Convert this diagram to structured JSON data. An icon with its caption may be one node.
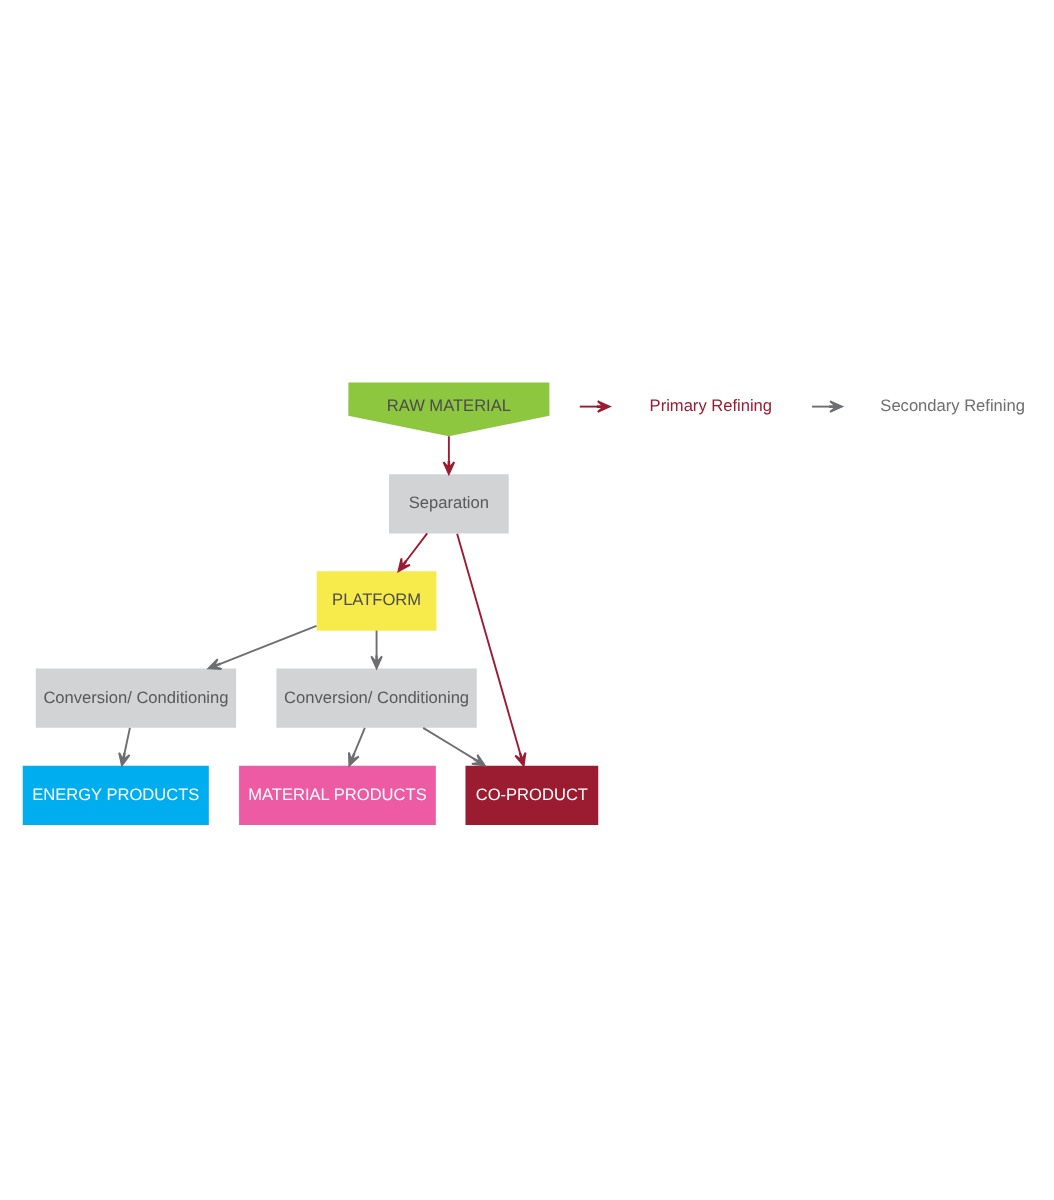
{
  "diagram": {
    "nodes": [
      {
        "text": [
          "RAW MATERIAL"
        ]
      },
      {
        "text": [
          "Separation"
        ]
      },
      {
        "text": [
          "PLATFORM"
        ]
      },
      {
        "text": [
          "Conversion/ Conditioning"
        ]
      },
      {
        "text": [
          "Conversion/ Conditioning"
        ]
      },
      {
        "text": [
          "ENERGY PRODUCTS"
        ]
      },
      {
        "text": [
          "MATERIAL PRODUCTS"
        ]
      },
      {
        "text": [
          "CO-PRODUCT"
        ]
      }
    ],
    "edges": [
      {
        "from": 0,
        "to": 1,
        "arrow": "to",
        "color": "#9b1b30"
      },
      {
        "from": 1,
        "to": 2,
        "arrow": "to",
        "color": "#9b1b30"
      },
      {
        "from": 1,
        "to": 7,
        "arrow": "to",
        "color": "#9b1b30"
      },
      {
        "from": 2,
        "to": 3,
        "arrow": "to"
      },
      {
        "from": 2,
        "to": 4,
        "arrow": "to"
      },
      {
        "from": 3,
        "to": 5,
        "arrow": "to"
      },
      {
        "from": 4,
        "to": 6,
        "arrow": "to"
      },
      {
        "from": 4,
        "to": 7,
        "arrow": "to"
      }
    ],
    "legend": [
      {
        "text": "Primary Refining"
      },
      {
        "text": "Secondary Refining"
      }
    ]
  }
}
